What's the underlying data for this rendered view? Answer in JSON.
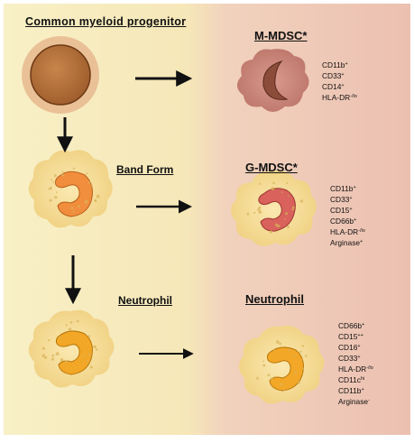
{
  "labels": {
    "progenitor": "Common  myeloid  progenitor",
    "band_form": "Band Form",
    "neutrophil_left": "Neutrophil",
    "m_mdsc": "M-MDSC*",
    "g_mdsc": "G-MDSC*",
    "neutrophil_right": "Neutrophil"
  },
  "markers": {
    "m_mdsc": [
      {
        "name": "CD11b",
        "sup": "+"
      },
      {
        "name": "CD33",
        "sup": "+"
      },
      {
        "name": "CD14",
        "sup": "+"
      },
      {
        "name": "HLA-DR",
        "sup": "-/lo"
      }
    ],
    "g_mdsc": [
      {
        "name": "CD11b",
        "sup": "+"
      },
      {
        "name": "CD33",
        "sup": "+"
      },
      {
        "name": "CD15",
        "sup": "+"
      },
      {
        "name": "CD66b",
        "sup": "+"
      },
      {
        "name": "HLA-DR",
        "sup": "-/lo"
      },
      {
        "name": "Arginase",
        "sup": "+"
      }
    ],
    "neutrophil": [
      {
        "name": "CD66b",
        "sup": "+"
      },
      {
        "name": "CD15",
        "sup": "++"
      },
      {
        "name": "CD16",
        "sup": "+"
      },
      {
        "name": "CD33",
        "sup": "+"
      },
      {
        "name": "HLA-DR",
        "sup": "-/lo"
      },
      {
        "name": "CD11c",
        "sup": "hi"
      },
      {
        "name": "CD11b",
        "sup": "+"
      },
      {
        "name": "Arginase",
        "sup": "-"
      }
    ]
  },
  "colors": {
    "left_panel": "#f7f0c4",
    "right_panel": "#eec4b6",
    "progenitor_nucleus": "#b8733a",
    "band_nucleus": "#f08e3e",
    "g_mdsc_nucleus": "#d9625c",
    "neutrophil_nucleus": "#f3a727",
    "granular_cytoplasm": "#f5dc95",
    "monocytic_cytoplasm": "#c98676"
  }
}
